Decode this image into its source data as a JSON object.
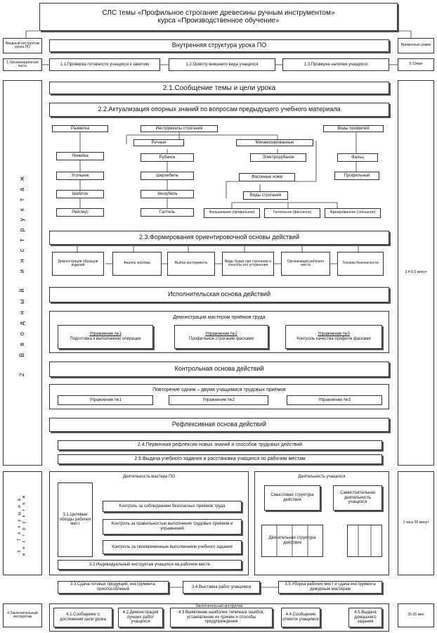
{
  "title": {
    "line1": "СЛС темы «Профильное строгание древесины ручным инструментом»",
    "line2": "курса «Производственное обучение»"
  },
  "internal_structure": "Внутренняя структура урока ПО",
  "left_small": "Вводный инструктаж урока ПО",
  "right_small": "Временные рамки",
  "org": {
    "left": "1.Организационная часть",
    "items": [
      "1.1.Проверка готовности учащихся к занятию",
      "1.2.Осмотр внешнего вида учащихся",
      "1.3.Проверка наличия учащихся"
    ],
    "right": "5-10мин"
  },
  "s21": "2.1.Сообщение темы и цели урока",
  "s22": "2.2.Актуализация опорных знаний по вопросам предыдущего учебного материала",
  "vert_left": "2 Вводный инструктаж",
  "act": {
    "materials": "Разметка",
    "mat_items": [
      "Линейка",
      "Угольник",
      "Шаблон",
      "Рейсмус"
    ],
    "tools_header": "Инструменты строгания",
    "wood_group": "Ручные",
    "wood_items": [
      "Рубанок",
      "Шерхебель",
      "Зензубель",
      "Галтель"
    ],
    "profile_group": "Механизированные",
    "profile_items": [
      "Электрорубанок"
    ],
    "cutters": "Фасонные ножи",
    "shapes": "Виды строгания",
    "shape_items": [
      "Фальцевание (профильное)",
      "Галтельное (фасонное)",
      "Фрезерованное (сплошное)"
    ],
    "right_header": "Виды профилей",
    "right_items": [
      "Фальц",
      "Профильный"
    ]
  },
  "s23": "2.3.Формирования ориентировочной основы действий",
  "s23_items": [
    "Демонстрация образцов изделий",
    "Анализ чертежа",
    "Выбор инструмента",
    "Виды брака при строгании и способы его устранения",
    "Организация рабочего места",
    "Техника безопасности"
  ],
  "s23_time": "3.4-5.0 минут",
  "exec": "Исполнительская основа действий",
  "demo": {
    "header": "Демонстрация мастером приёмов труда",
    "items": [
      {
        "title": "Упражнение №1",
        "text": "Подготовка к выполнению операции"
      },
      {
        "title": "Упражнение №2",
        "text": "Профильное строгание фасками"
      },
      {
        "title": "Упражнение №3",
        "text": "Контроль качества профиля фасками"
      }
    ]
  },
  "control": "Контрольная основа действий",
  "repeat": {
    "header": "Повторение одним – двумя учащимися трудовых приёмов",
    "items": [
      "Упражнение №1",
      "Упражнение №2",
      "Упражнение №3"
    ]
  },
  "reflex": "Рефлексивная основа действий",
  "s24": "2.4.Первичная рефлексия новых знаний и способов трудовых действий",
  "s25": "2.5.Выдача учебного задания и расстановка учащихся по рабочим местам",
  "current": {
    "vert_left": "3 Текущий инструктаж",
    "master_header": "Деятельность мастера ПО",
    "rounds": "3.1.Целевые обходы рабочих мест",
    "checks": [
      "Контроль за соблюдением безопасных приёмов труда",
      "Контроль за правильностью выполнения трудовых приёмов и упражнений",
      "Контроль за своевременным выполнением учебного задания"
    ],
    "individual": "3.2.Индивидуальный инструктаж учащихся на рабочем месте",
    "student_header": "Деятельность учащихся",
    "student_items": [
      "Смысловая структура действия",
      "Самостоятельная деятельность учащихся",
      "Двигательная структура действия"
    ],
    "bottom_items": [
      "3.3.Сдача готовых продукций, инструмента, приспособлений",
      "3.4.Выставка работ учащимся",
      "3.5.Уборка рабочих мест и сдача инструмента дежурным мастерам"
    ],
    "right": "2 часа 50 минут"
  },
  "final": {
    "left": "4.Заключительный инструктаж",
    "header": "Заключительный инструктаж",
    "items": [
      "4.1.Сообщение о достижении цели урока",
      "4.2.Демонстрация лучших работ учащихся",
      "4.3.Выявление наиболее типичных ошибок, установление их причин и способы предупреждения",
      "4.4.Сообщение отметок учащимся",
      "4.5.Выдача домашнего задания"
    ],
    "right": "20-25 мин"
  }
}
